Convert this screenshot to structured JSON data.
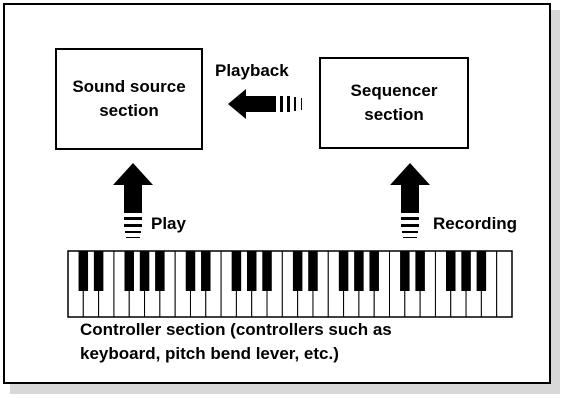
{
  "sound_source": {
    "line1": "Sound source",
    "line2": "section"
  },
  "sequencer": {
    "line1": "Sequencer",
    "line2": "section"
  },
  "labels": {
    "playback": "Playback",
    "play": "Play",
    "recording": "Recording"
  },
  "controller": {
    "line1": "Controller section (controllers such as",
    "line2": "keyboard, pitch bend lever, etc.)"
  },
  "keyboard": {
    "white_keys": 29
  }
}
